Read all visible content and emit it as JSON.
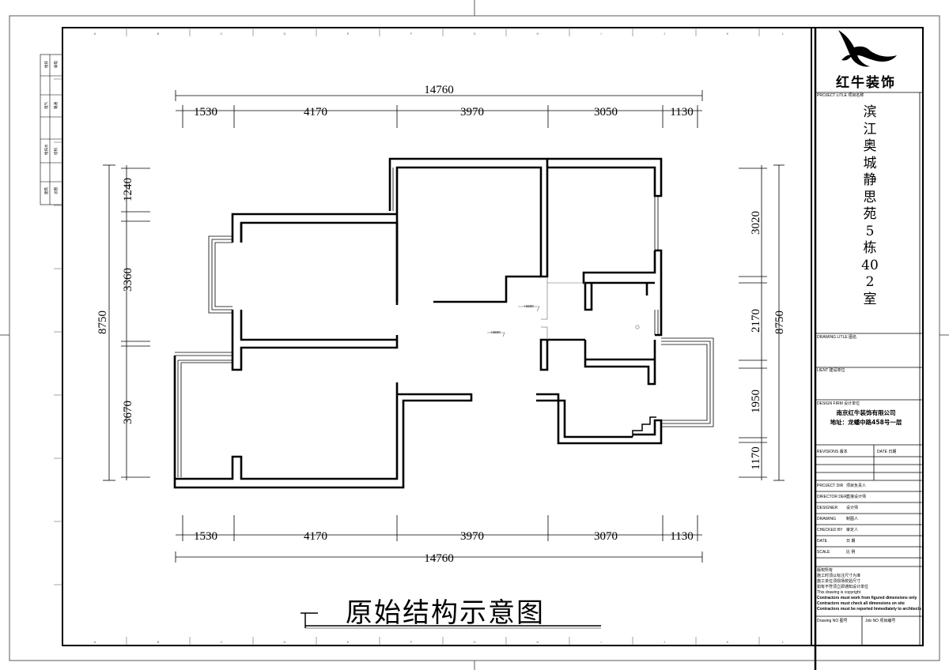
{
  "titles": {
    "plan_title": "原始结构示意图"
  },
  "title_block": {
    "logo_name": "红牛装饰",
    "project_title_label": "PROJECT LITLE",
    "project_title_cn": "项目名称",
    "project_name": "滨江奥城静思苑5栋402室",
    "drawing_title_label": "DRAWING LITLE",
    "drawing_title_cn": "图名",
    "client_label": "LIENT",
    "client_cn": "建设单位",
    "design_firm_label": "DESIGN FIRM",
    "design_firm_cn": "设计单位",
    "company_name": "南京红牛装饰有限公司",
    "company_address": "地址：龙蟠中路458号一层",
    "revisions_label": "REVISIONS",
    "revisions_cn": "版本",
    "date_label": "DATE",
    "date_cn": "日期",
    "project_dir_label": "PROJECT DIR",
    "project_dir_cn": "项目负责人",
    "director_label": "DIRECTOR DER",
    "director_cn": "直接设计师",
    "designer_label": "DESIGNER",
    "designer_cn": "设计师",
    "drawing_label": "DRAWING",
    "drawing_cn": "制图人",
    "checked_label": "CHECKED BY",
    "checked_cn": "审定人",
    "date2_label": "DATE",
    "date2_cn": "日 期",
    "scale_label": "SCALE",
    "scale_cn": "比 例",
    "drawing_no_label": "Drawing NO",
    "drawing_no_cn": "图号",
    "job_no_label": "Job NO",
    "job_no_cn": "项目编号",
    "notes": [
      "版权所有",
      "施工时须以标注尺寸为准",
      "施工单位须现场校验尺寸",
      "如有不符须立即通知设计单位",
      "This drawing is copyright",
      "Contractors must work from figured dimensions only",
      "Contractors must check all dimensions on site",
      "Contractors must be reported Immediately to architects"
    ]
  },
  "left_stamp_labels": [
    "给排",
    "弱电",
    "电气",
    "暖通",
    "给排水",
    "结构",
    "建筑",
    "总图"
  ],
  "grid_marks": [
    "A",
    "B",
    "C",
    "D",
    "E",
    "F",
    "G",
    "H",
    "I",
    "J",
    "K",
    "L"
  ],
  "dimensions": {
    "top_total": "14760",
    "top": [
      "1530",
      "4170",
      "3970",
      "3050",
      "1130"
    ],
    "bottom_total": "14760",
    "bottom": [
      "1530",
      "4170",
      "3970",
      "3070",
      "1130"
    ],
    "left_total": "8750",
    "left": [
      "1240",
      "3360",
      "3670"
    ],
    "right_total": "8750",
    "right": [
      "3020",
      "2170",
      "1950",
      "1170"
    ]
  },
  "elevations": [
    "+2600",
    "+2600"
  ],
  "colors": {
    "line": "#000000",
    "paper": "#ffffff",
    "thin": "#555555"
  }
}
